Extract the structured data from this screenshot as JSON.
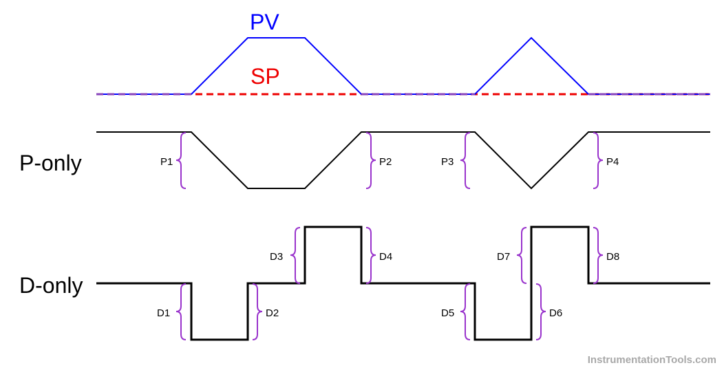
{
  "trace_labels": {
    "pv": "PV",
    "sp": "SP"
  },
  "row_labels": {
    "p_only": "P-only",
    "d_only": "D-only"
  },
  "brackets": {
    "p1": "P1",
    "p2": "P2",
    "p3": "P3",
    "p4": "P4",
    "d1": "D1",
    "d2": "D2",
    "d3": "D3",
    "d4": "D4",
    "d5": "D5",
    "d6": "D6",
    "d7": "D7",
    "d8": "D8"
  },
  "watermark": "InstrumentationTools.com",
  "colors": {
    "pv": "#0000ff",
    "sp": "#ee0000",
    "output": "#000000",
    "bracket": "#9933cc",
    "watermark": "#a8a8a8"
  }
}
